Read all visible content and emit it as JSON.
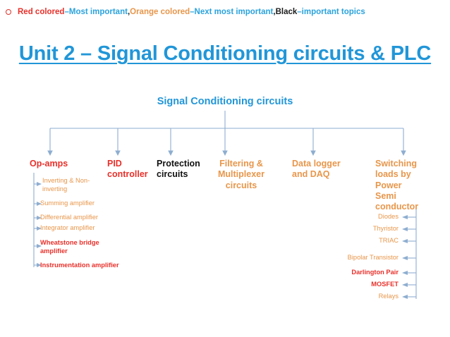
{
  "legend": {
    "bullet": "circle-bullet",
    "parts": [
      {
        "text": "Red colored",
        "color": "#e8302a",
        "style": "red"
      },
      {
        "text": " – ",
        "color": "#2aa3dd",
        "style": "sep"
      },
      {
        "text": "Most important",
        "color": "#2aa3dd",
        "style": "blue"
      },
      {
        "text": ", ",
        "color": "#1a1a1a",
        "style": "punct"
      },
      {
        "text": "Orange colored",
        "color": "#e8964a",
        "style": "orange"
      },
      {
        "text": " – ",
        "color": "#2aa3dd",
        "style": "sep"
      },
      {
        "text": "Next most important",
        "color": "#2aa3dd",
        "style": "blue"
      },
      {
        "text": ", ",
        "color": "#1a1a1a",
        "style": "punct"
      },
      {
        "text": "Black",
        "color": "#1a1a1a",
        "style": "black"
      },
      {
        "text": " – ",
        "color": "#2aa3dd",
        "style": "sep"
      },
      {
        "text": "important topics",
        "color": "#2aa3dd",
        "style": "blue"
      }
    ]
  },
  "title": "Unit 2 – Signal Conditioning circuits & PLC",
  "root": {
    "label": "Signal Conditioning circuits",
    "color": "#2196d8"
  },
  "columns": [
    {
      "id": "op-amps",
      "label": "Op-amps",
      "color": "#e8302a",
      "color_name": "red"
    },
    {
      "id": "pid-controller",
      "label": "PID controller",
      "color": "#e8302a",
      "color_name": "red"
    },
    {
      "id": "protection-circuits",
      "label": "Protection circuits",
      "color": "#111111",
      "color_name": "black"
    },
    {
      "id": "filtering-multiplexer-circuits",
      "label": "Filtering & Multiplexer circuits",
      "color": "#e8964a",
      "color_name": "orange"
    },
    {
      "id": "data-logger-and-daq",
      "label": "Data logger and DAQ",
      "color": "#e8964a",
      "color_name": "orange"
    },
    {
      "id": "switching-loads",
      "label": "Switching loads by Power Semi conductor",
      "color": "#e8964a",
      "color_name": "orange"
    }
  ],
  "opamp_items": [
    {
      "label": "Inverting & Non-inverting",
      "color_name": "orange",
      "bold": false
    },
    {
      "label": "Summing amplifier",
      "color_name": "orange",
      "bold": false
    },
    {
      "label": "Differential amplifier",
      "color_name": "orange",
      "bold": false
    },
    {
      "label": "Integrator amplifier",
      "color_name": "orange",
      "bold": false
    },
    {
      "label": "Wheatstone bridge amplifier",
      "color_name": "red",
      "bold": true
    },
    {
      "label": "Instrumentation amplifier",
      "color_name": "red",
      "bold": true
    }
  ],
  "switching_items": [
    {
      "label": "Diodes",
      "color_name": "orange",
      "bold": false
    },
    {
      "label": "Thyristor",
      "color_name": "orange",
      "bold": false
    },
    {
      "label": "TRIAC",
      "color_name": "orange",
      "bold": false
    },
    {
      "label": "Bipolar Transistor",
      "color_name": "orange",
      "bold": false
    },
    {
      "label": "Darlington Pair",
      "color_name": "red",
      "bold": true
    },
    {
      "label": "MOSFET",
      "color_name": "red",
      "bold": true
    },
    {
      "label": "Relays",
      "color_name": "orange",
      "bold": false
    }
  ],
  "colors": {
    "connector": "#8eaed0",
    "title": "#2196d8",
    "red": "#e8302a",
    "orange": "#e8964a",
    "black": "#111111",
    "blue": "#2aa3dd",
    "background": "#ffffff"
  }
}
